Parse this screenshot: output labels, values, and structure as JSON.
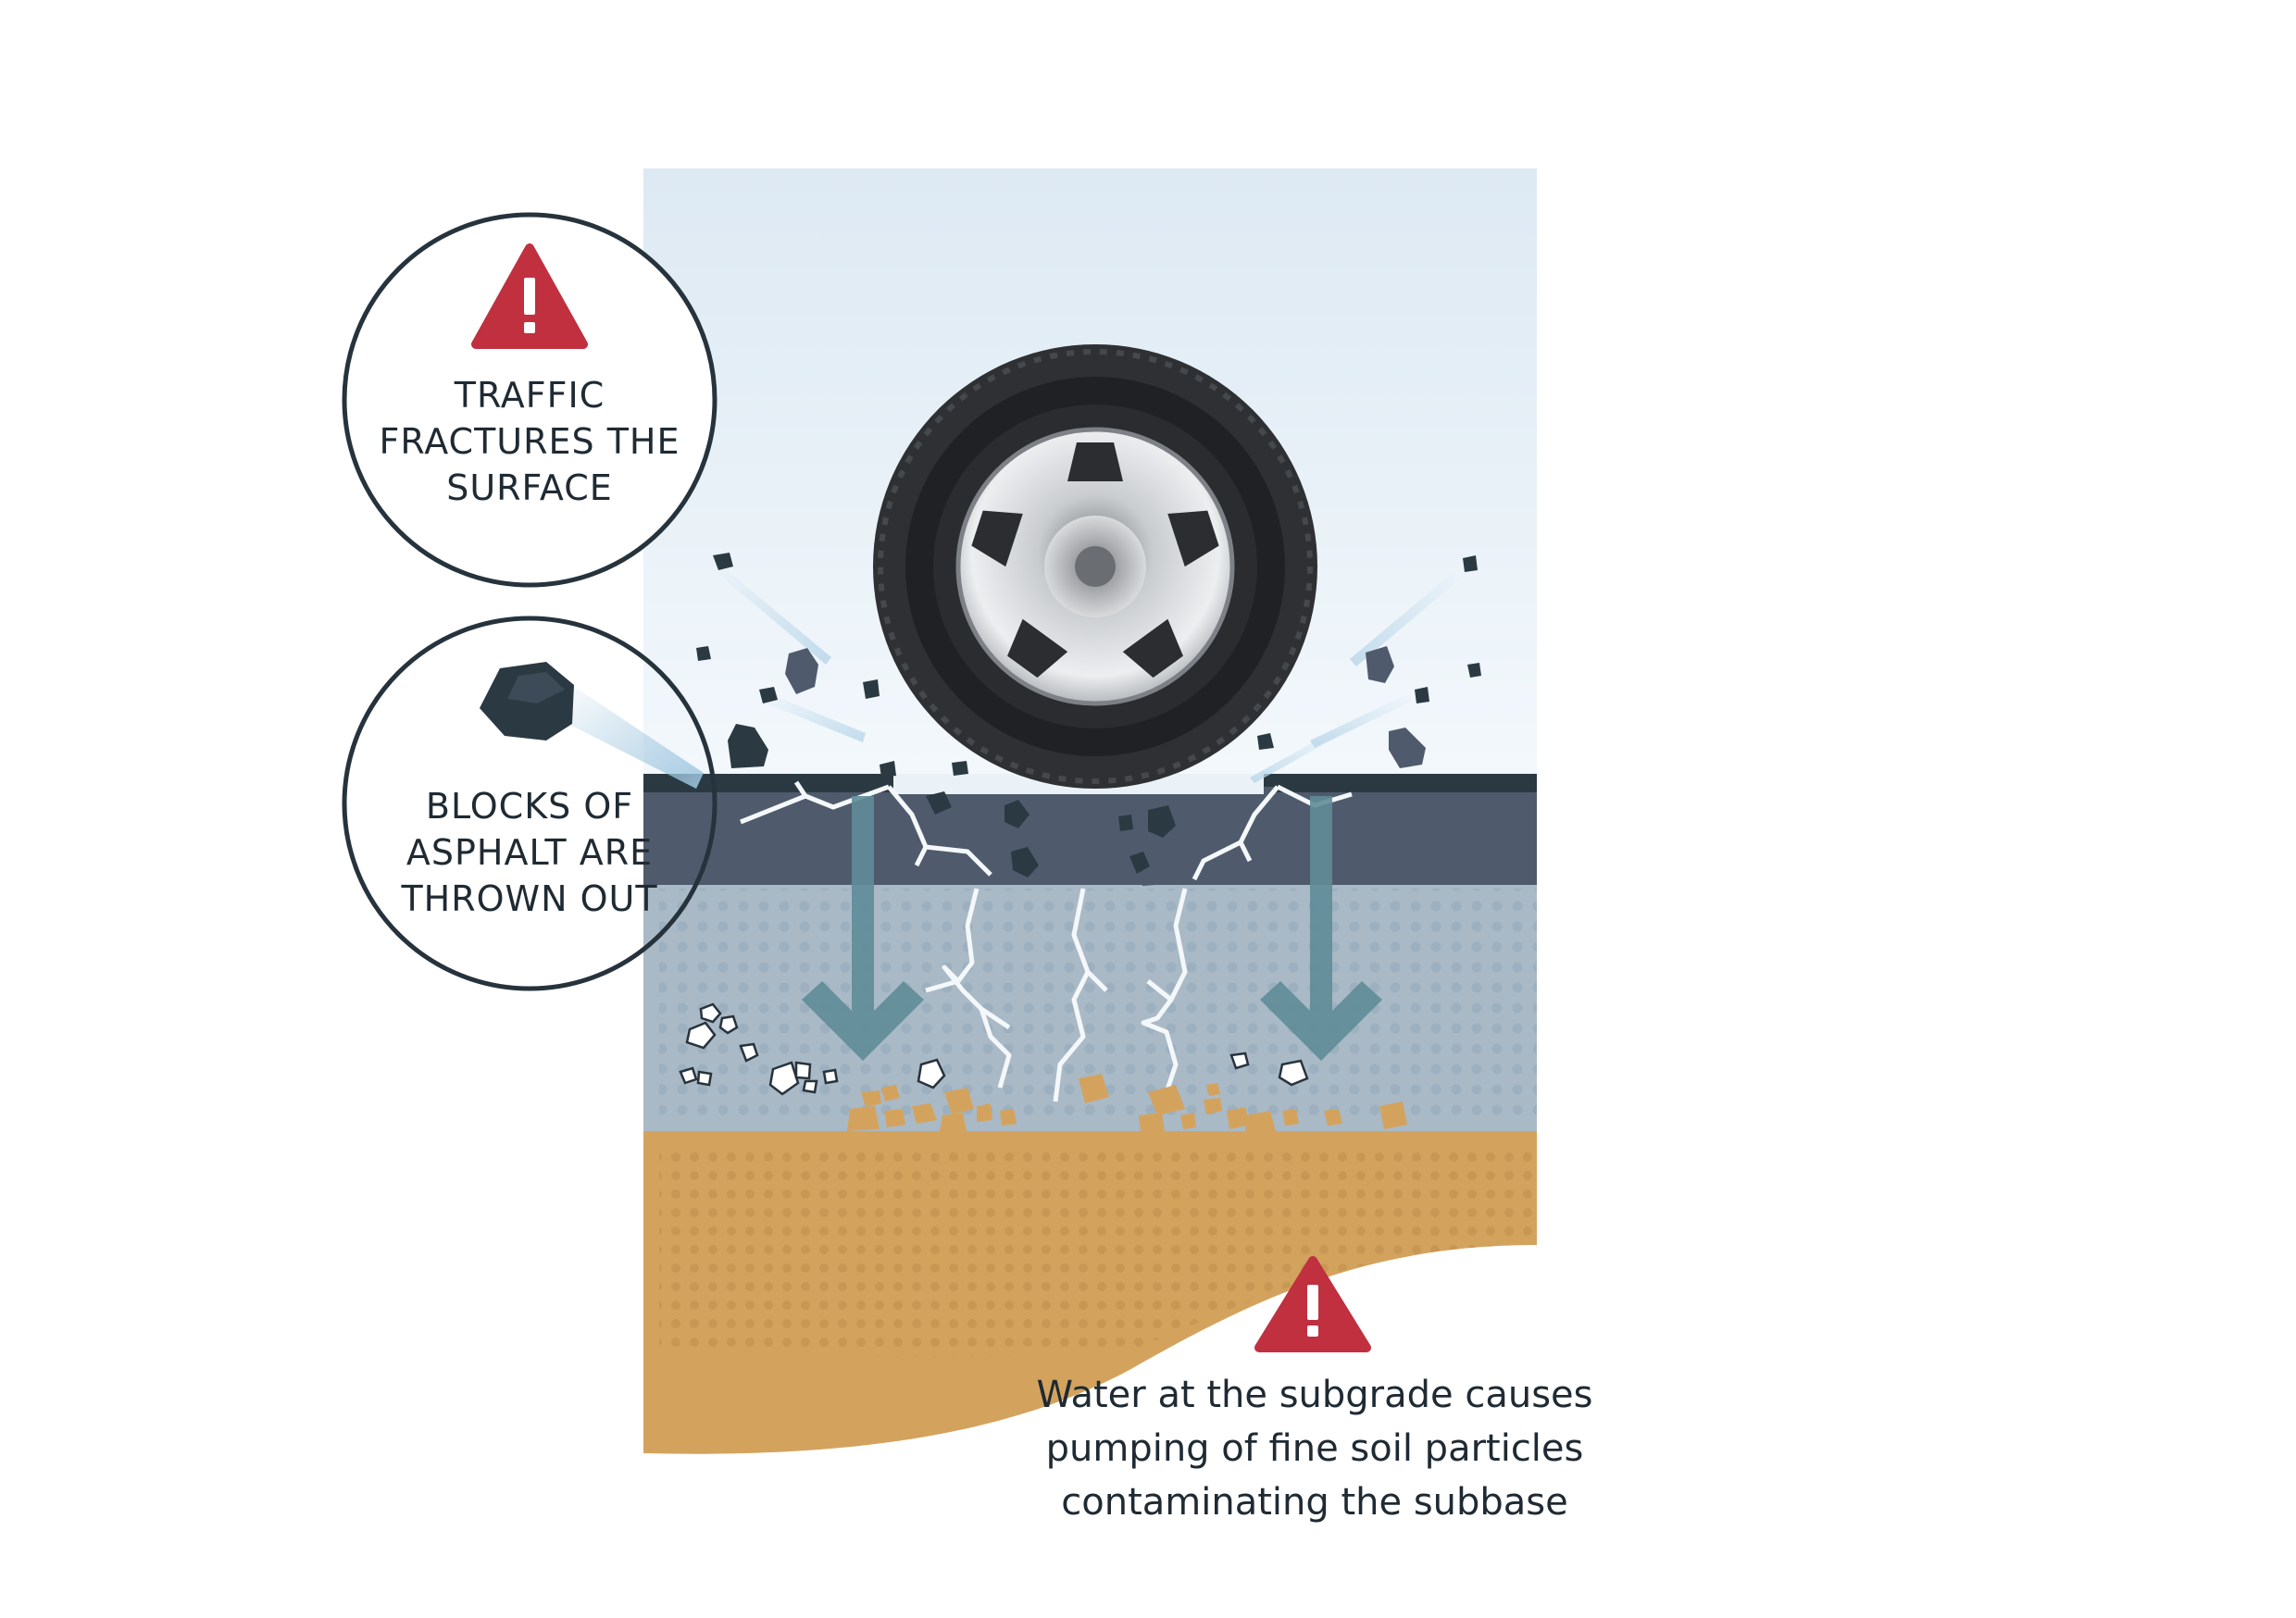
{
  "callouts": {
    "traffic": {
      "lines": [
        "TRAFFIC",
        "FRACTURES THE",
        "SURFACE"
      ]
    },
    "blocks": {
      "lines": [
        "BLOCKS OF",
        "ASPHALT ARE",
        "THROWN OUT"
      ]
    }
  },
  "subgrade_note": {
    "lines": [
      "Water at the subgrade causes",
      "pumping of fine soil particles",
      "contaminating the subbase"
    ]
  },
  "colors": {
    "sky": "#e6f0f8",
    "asphalt_top": "#2b3942",
    "asphalt": "#4f5b6c",
    "subbase": "#a9b9c6",
    "subgrade": "#d3a35e",
    "arrow": "#5f8c98",
    "warning": "#c0303f",
    "outline": "#26333d"
  },
  "icons": {
    "warning": "warning-triangle-icon",
    "wheel": "tire-wheel-icon",
    "rock": "asphalt-block-icon"
  }
}
